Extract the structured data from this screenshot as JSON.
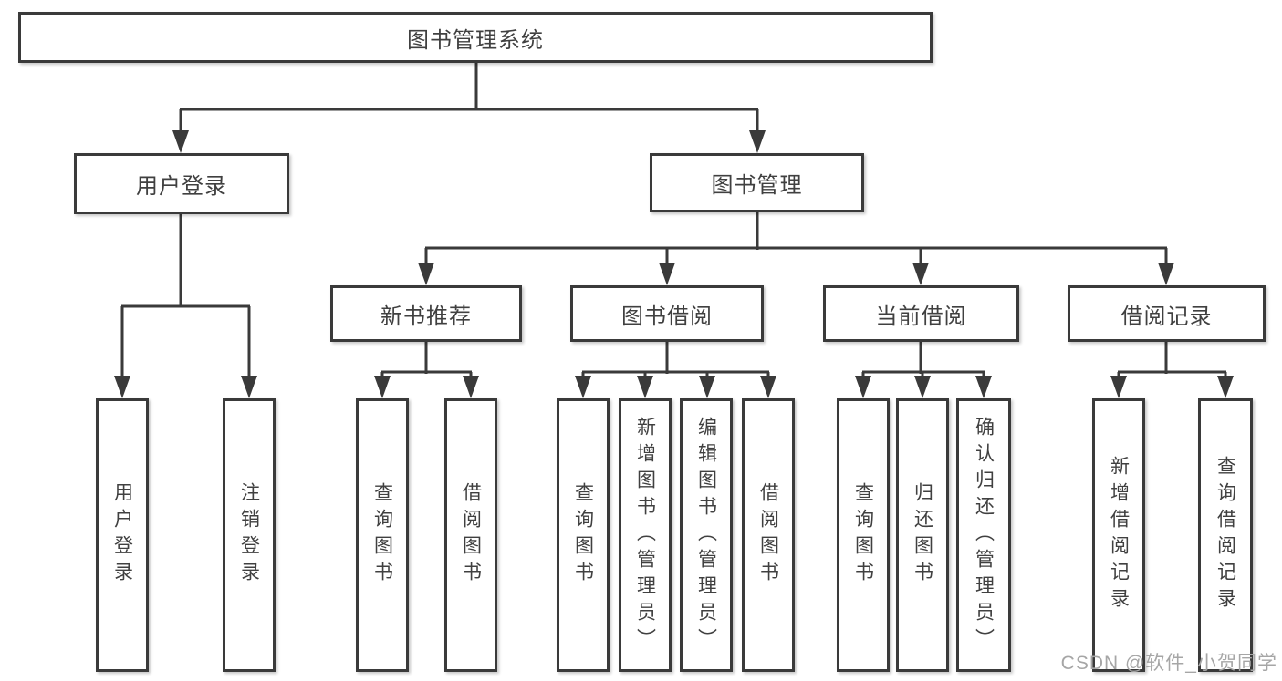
{
  "diagram": {
    "root": {
      "label": "图书管理系统"
    },
    "level2": [
      {
        "label": "用户登录"
      },
      {
        "label": "图书管理"
      }
    ],
    "level3": [
      {
        "label": "新书推荐",
        "parent": "图书管理"
      },
      {
        "label": "图书借阅",
        "parent": "图书管理"
      },
      {
        "label": "当前借阅",
        "parent": "图书管理"
      },
      {
        "label": "借阅记录",
        "parent": "图书管理"
      }
    ],
    "leaves": [
      {
        "label": "用户登录",
        "parent": "用户登录"
      },
      {
        "label": "注销登录",
        "parent": "用户登录"
      },
      {
        "label": "查询图书",
        "parent": "新书推荐"
      },
      {
        "label": "借阅图书",
        "parent": "新书推荐"
      },
      {
        "label": "查询图书",
        "parent": "图书借阅"
      },
      {
        "label": "新增图书（管理员）",
        "parent": "图书借阅"
      },
      {
        "label": "编辑图书（管理员）",
        "parent": "图书借阅"
      },
      {
        "label": "借阅图书",
        "parent": "图书借阅"
      },
      {
        "label": "查询图书",
        "parent": "当前借阅"
      },
      {
        "label": "归还图书",
        "parent": "当前借阅"
      },
      {
        "label": "确认归还（管理员）",
        "parent": "当前借阅"
      },
      {
        "label": "新增借阅记录",
        "parent": "借阅记录"
      },
      {
        "label": "查询借阅记录",
        "parent": "借阅记录"
      }
    ]
  },
  "watermark": {
    "text": "CSDN @软件_小贺同学"
  },
  "colors": {
    "line": "#3a3a3a",
    "box_border": "#3a3a3a",
    "text": "#404040",
    "watermark": "#a6a6a6",
    "background": "#ffffff"
  }
}
